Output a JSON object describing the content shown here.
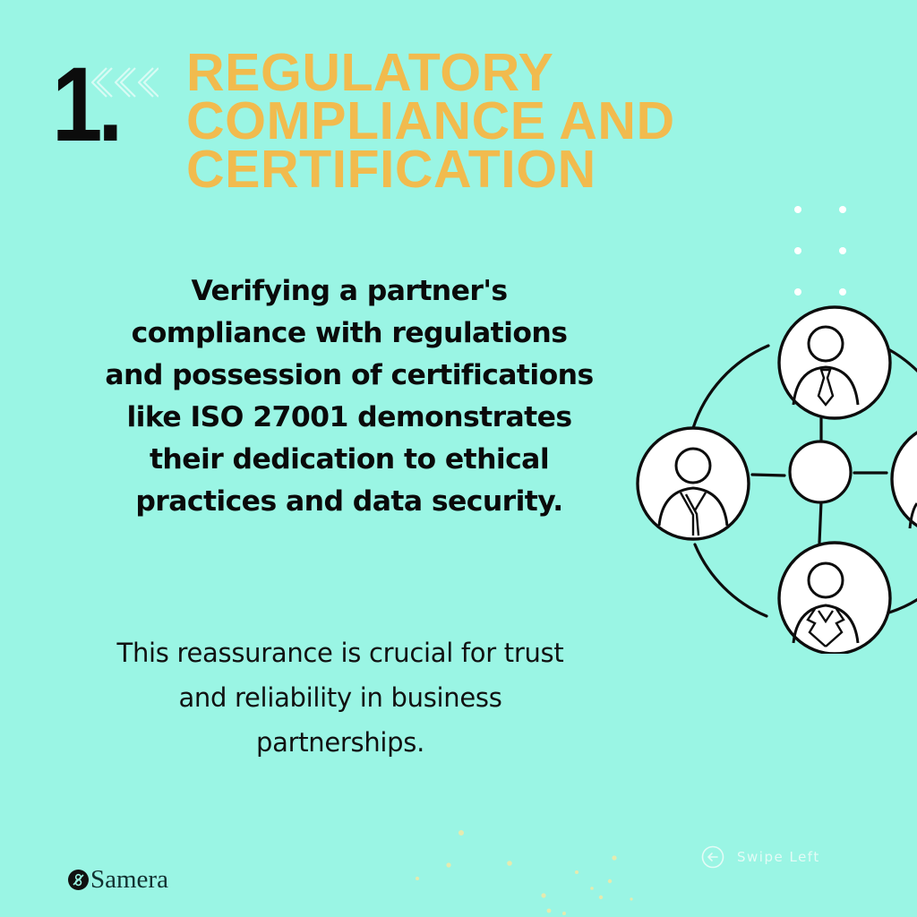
{
  "slide": {
    "step_number": "1.",
    "title_lines": [
      "REGULATORY",
      "COMPLIANCE AND",
      "CERTIFICATION"
    ],
    "main_text_lines": [
      "Verifying a partner's",
      "compliance with regulations",
      "and possession of certifications",
      "like ISO 27001 demonstrates",
      "their dedication to ethical",
      "practices and data security."
    ],
    "sub_text_lines": [
      "This reassurance is crucial for trust",
      "and reliability in business",
      "partnerships."
    ]
  },
  "footer": {
    "brand_name": "Samera",
    "swipe_label": "Swipe Left"
  },
  "illustration": {
    "name": "people-network",
    "nodes": [
      "person-with-tie",
      "person-in-robe",
      "hub",
      "person-in-suit",
      "person-partial-right"
    ]
  },
  "colors": {
    "background": "#9af5e4",
    "title": "#f1bb4e",
    "text": "#0a0a0a",
    "accent_light": "#e4fbf6"
  },
  "icons": {
    "chevrons": "chevrons-left-icon",
    "dots": "dot-grid-icon",
    "swipe": "arrow-left-circle-icon",
    "logo": "samera-logo-icon"
  }
}
